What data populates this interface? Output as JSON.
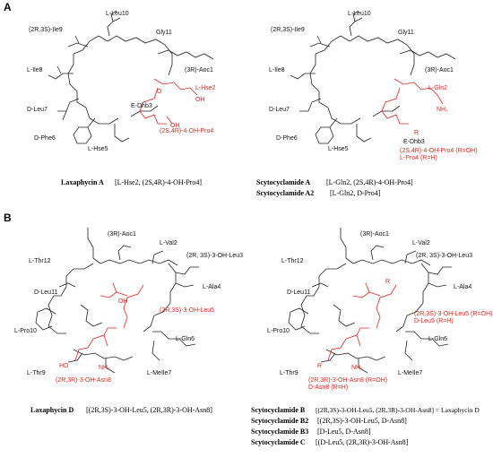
{
  "panels": [
    {
      "letter": "A",
      "left": {
        "labels": [
          "L-Leu10",
          "(2R,3S)-Ile9",
          "Gly11",
          "(3R)-Aoc1",
          "L-Ile8",
          "D-Leu7",
          "D-Phe6",
          "L-Hse5"
        ],
        "red_labels": [
          "L-Hse2",
          "(2S,4R)-4-OH-Pro4"
        ],
        "extra": [
          "E-Dhb3"
        ],
        "caption_name": "Laxaphycin A",
        "caption_detail": "[L-Hse2, (2S,4R)-4-OH-Pro4]"
      },
      "right": {
        "labels": [
          "L-Leu10",
          "(2R,3S)-Ile9",
          "Gly11",
          "(3R)-Aoc1",
          "L-Ile8",
          "D-Leu7",
          "D-Phe6",
          "L-Hse5",
          "E-Dhb3"
        ],
        "red_labels": [
          "L-Gln2",
          "(2S,4R)-4-OH-Pro4 (R=OH)",
          "L-Pro4 (R=H)"
        ],
        "captions": [
          {
            "name": "Scytocyclamide A",
            "detail": "[L-Gln2, (2S,4R)-4-OH-Pro4]"
          },
          {
            "name": "Scytocyclamide A2",
            "detail": "[L-Gln2, D-Pro4]"
          }
        ]
      }
    },
    {
      "letter": "B",
      "left": {
        "labels": [
          "(3R)-Aoc1",
          "L-Val2",
          "(2R, 3S)-3-OH-Leu3",
          "L-Thr12",
          "L-Ala4",
          "D-Leu11",
          "L-Pro10",
          "L-Gln6",
          "L-Thr9",
          "L-MeIle7"
        ],
        "red_labels": [
          "(2R,3S)-3-OH-Leu5",
          "(2R,3R)-3-OH-Asn8"
        ],
        "caption_name": "Laxaphycin D",
        "caption_detail": "[(2R,3S)-3-OH-Leu5, (2R,3R)-3-OH-Asn8]"
      },
      "right": {
        "labels": [
          "(3R)-Aoc1",
          "L-Val2",
          "(2R, 3S)-3-OH-Leu3",
          "L-Thr12",
          "L-Ala4",
          "D-Leu11",
          "L-Pro10",
          "L-Gln6",
          "L-Thr9",
          "L-MeIle7"
        ],
        "red_labels": [
          "(2R,3S)-3-OH-Leu5 (R=OH)",
          "D-Leu5 (R=H)",
          "(2R,3R)-3-OH-Asn8 (R=OH)",
          "D-Asn8 (R=H)"
        ],
        "captions": [
          {
            "name": "Scytocyclamide B",
            "detail": "[(2R,3S)-3-OH-Leu5, (2R,3R)-3-OH-Asn8] = Laxaphycin D"
          },
          {
            "name": "Scytocyclamide B2",
            "detail": "[(2R,3S)-3-OH-Leu5, D-Asn8]"
          },
          {
            "name": "Scytocyclamide B3",
            "detail": "[D-Leu5, D-Asn8]"
          },
          {
            "name": "Scytocyclamide C",
            "detail": "[(D-Leu5, (2R,3R)-3-OH-Asn8]"
          }
        ]
      }
    }
  ],
  "colors": {
    "highlight": "#e2261d",
    "structure": "#222222"
  }
}
